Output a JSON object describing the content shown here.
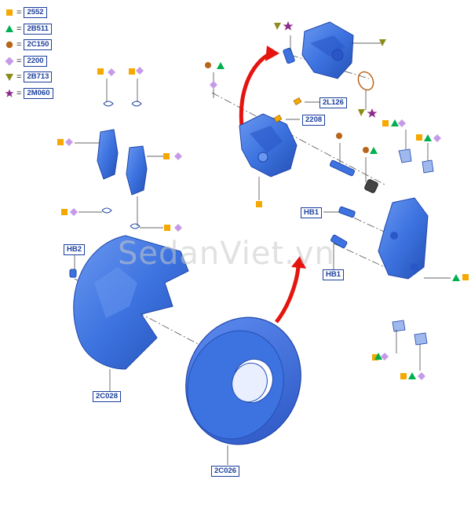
{
  "legend": [
    {
      "symbol": "square",
      "color": "#f5a800",
      "code": "2552"
    },
    {
      "symbol": "triangle-up",
      "color": "#00b050",
      "code": "2B511"
    },
    {
      "symbol": "circle",
      "color": "#b8651b",
      "code": "2C150"
    },
    {
      "symbol": "diamond",
      "color": "#c69ae8",
      "code": "2200"
    },
    {
      "symbol": "triangle-down",
      "color": "#8c8c1a",
      "code": "2B713"
    },
    {
      "symbol": "star",
      "color": "#8a2b8a",
      "code": "2M060"
    }
  ],
  "equals_sign": "=",
  "callouts": {
    "c_2l126": "2L126",
    "c_2208": "2208",
    "c_hb1_top": "HB1",
    "c_hb1_bottom": "HB1",
    "c_hb2": "HB2",
    "c_2c028": "2C028",
    "c_2c026": "2C026"
  },
  "watermark": "SedanViet.vn",
  "colors": {
    "part_blue": "#3d73e0",
    "part_dark": "#1f45a8",
    "arrow_red": "#e4140f",
    "leader": "#333333"
  }
}
